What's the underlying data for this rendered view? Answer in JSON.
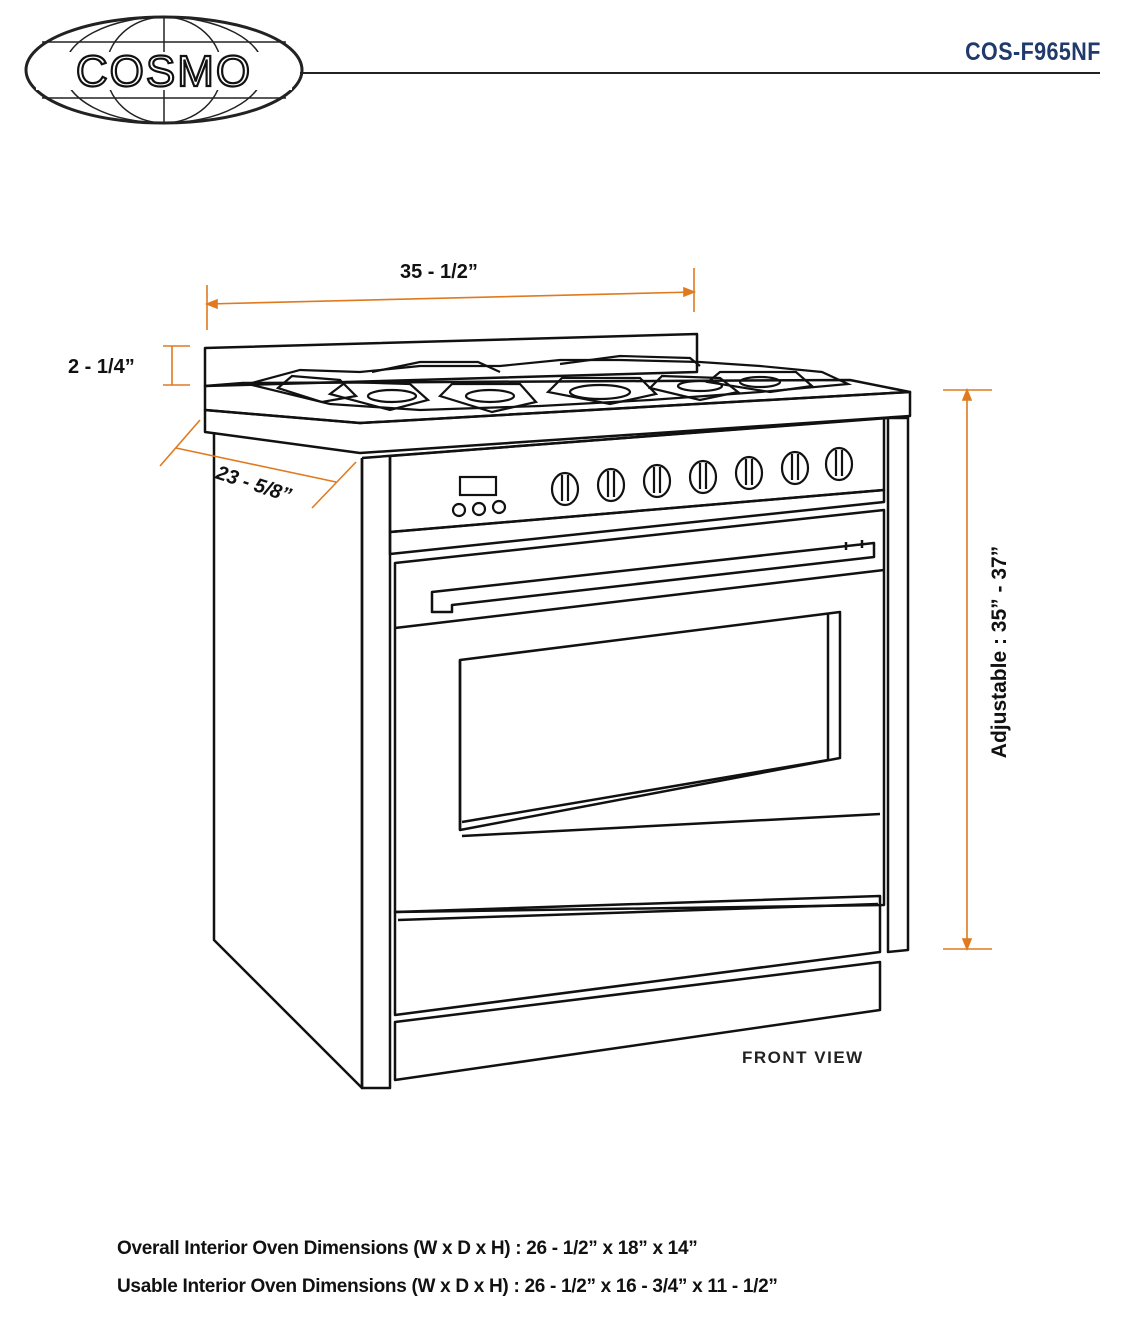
{
  "brand": {
    "logo_text": "COSMO"
  },
  "header": {
    "model": "COS-F965NF"
  },
  "dimensions": {
    "width": "35 - 1/2”",
    "backsplash": "2 - 1/4”",
    "depth": "23 - 5/8”",
    "height": "Adjustable : 35” - 37”"
  },
  "view_label": "FRONT VIEW",
  "specs": {
    "overall": "Overall Interior Oven Dimensions (W x D x H) : 26 - 1/2”  x 18” x 14”",
    "usable": "Usable Interior Oven Dimensions (W x D x H) : 26 - 1/2”  x 16 - 3/4” x 11 - 1/2”"
  },
  "colors": {
    "dimension_line": "#e07a1f",
    "model_text": "#1f3a6b",
    "outline": "#111111"
  }
}
